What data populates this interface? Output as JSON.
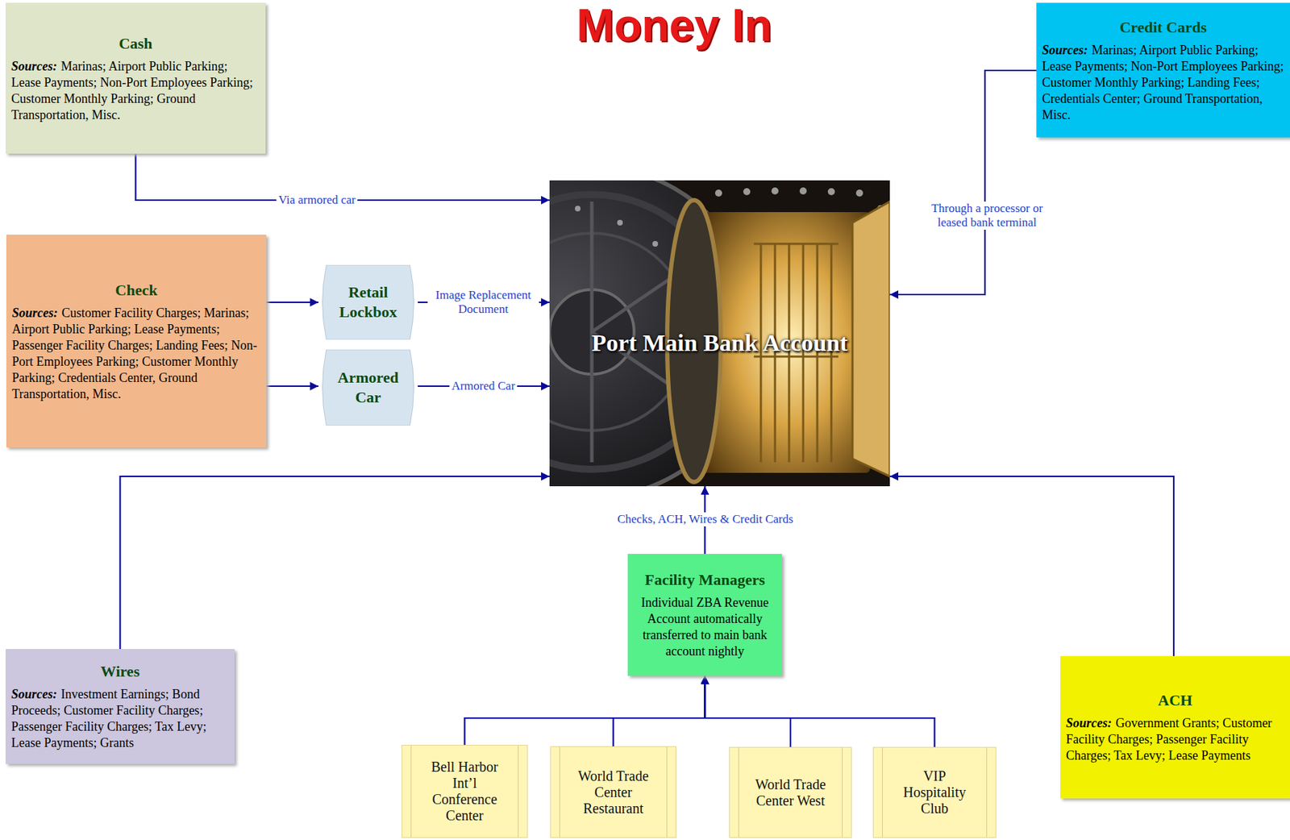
{
  "diagram": {
    "title": "Money In",
    "nodes": [
      {
        "text": [
          "Cash",
          "Sources:",
          "Marinas; Airport Public Parking; Lease Payments; Non-Port Employees Parking; Customer Monthly Parking; Ground Transportation, Misc."
        ]
      },
      {
        "text": [
          "Credit Cards",
          "Sources:",
          "Marinas; Airport Public Parking; Lease Payments; Non-Port Employees Parking; Customer Monthly Parking; Landing Fees; Credentials Center; Ground Transportation, Misc."
        ]
      },
      {
        "text": [
          "Check",
          "Sources:",
          "Customer Facility Charges; Marinas; Airport Public Parking; Lease Payments; Passenger Facility Charges; Landing Fees; Non-Port Employees Parking; Customer Monthly Parking; Credentials Center, Ground Transportation, Misc."
        ]
      },
      {
        "text": [
          "Retail Lockbox"
        ]
      },
      {
        "text": [
          "Armored Car"
        ]
      },
      {
        "text": [
          "Port Main Bank Account"
        ]
      },
      {
        "text": [
          "Wires",
          "Sources:",
          "Investment Earnings; Bond Proceeds; Customer Facility Charges; Passenger Facility Charges; Tax Levy; Lease Payments; Grants"
        ]
      },
      {
        "text": [
          "Facility Managers",
          "Individual ZBA Revenue Account automatically transferred to main bank account nightly"
        ]
      },
      {
        "text": [
          "ACH",
          "Sources:",
          "Government Grants; Customer Facility Charges; Passenger Facility Charges; Tax Levy; Lease Payments"
        ]
      },
      {
        "text": [
          "Bell Harbor Int’l Conference Center"
        ]
      },
      {
        "text": [
          "World Trade Center Restaurant"
        ]
      },
      {
        "text": [
          "World Trade Center West"
        ]
      },
      {
        "text": [
          "VIP Hospitality Club"
        ]
      }
    ],
    "edges": [
      {
        "from": 0,
        "to": 5,
        "label": "Via armored car",
        "arrow": "to"
      },
      {
        "from": 1,
        "to": 5,
        "label": "Through a processor or leased bank terminal",
        "arrow": "to"
      },
      {
        "from": 2,
        "to": 3,
        "arrow": "to"
      },
      {
        "from": 2,
        "to": 4,
        "arrow": "to"
      },
      {
        "from": 3,
        "to": 5,
        "label": "Image Replacement Document",
        "arrow": "to"
      },
      {
        "from": 4,
        "to": 5,
        "label": "Armored Car",
        "arrow": "to"
      },
      {
        "from": 6,
        "to": 5,
        "arrow": "to"
      },
      {
        "from": 7,
        "to": 5,
        "label": "Checks, ACH, Wires & Credit Cards",
        "arrow": "to"
      },
      {
        "from": 8,
        "to": 5,
        "arrow": "to"
      },
      {
        "from": 9,
        "to": 7,
        "arrow": "to"
      },
      {
        "from": 10,
        "to": 7,
        "arrow": "to"
      },
      {
        "from": 11,
        "to": 7,
        "arrow": "to"
      },
      {
        "from": 12,
        "to": 7,
        "arrow": "to"
      }
    ]
  }
}
